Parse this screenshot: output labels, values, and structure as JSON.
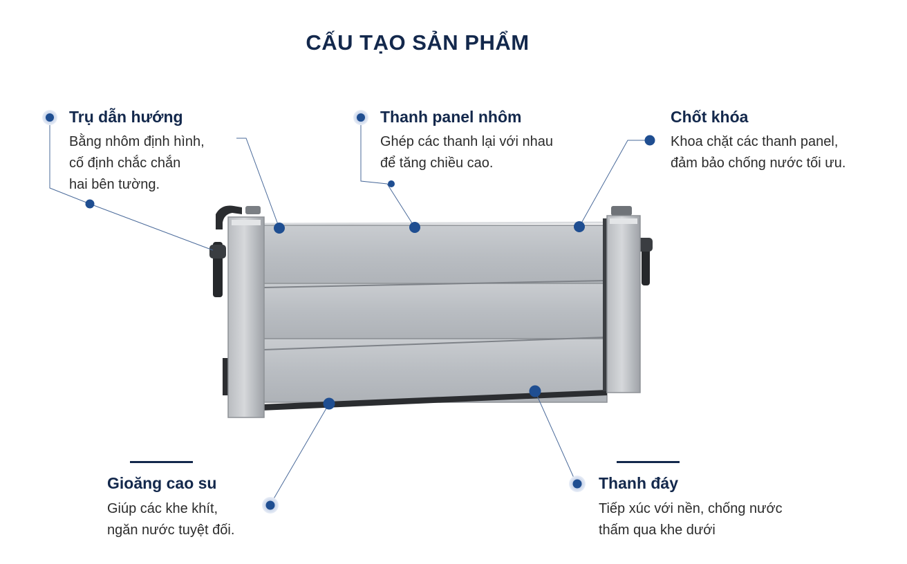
{
  "title": "CẤU TẠO SẢN PHẨM",
  "accent_color": "#1f4e91",
  "title_color": "#13284c",
  "components": {
    "guide_post": {
      "title": "Trụ dẫn hướng",
      "lines": [
        "Bằng nhôm định hình,",
        "cố định chắc chắn",
        "hai bên tường."
      ]
    },
    "aluminum_panel": {
      "title": "Thanh panel nhôm",
      "lines": [
        "Ghép các thanh lại với nhau",
        "để tăng chiều cao."
      ]
    },
    "lock_pin": {
      "title": "Chốt khóa",
      "lines": [
        "Khoa chặt các thanh panel,",
        "đảm bảo chống nước tối ưu."
      ]
    },
    "rubber_gasket": {
      "title": "Gioăng cao su",
      "lines": [
        "Giúp các khe khít,",
        "ngăn nước tuyệt đối."
      ]
    },
    "bottom_bar": {
      "title": "Thanh đáy",
      "lines": [
        "Tiếp xúc với nền, chống nước",
        "thấm qua khe dưới"
      ]
    }
  }
}
